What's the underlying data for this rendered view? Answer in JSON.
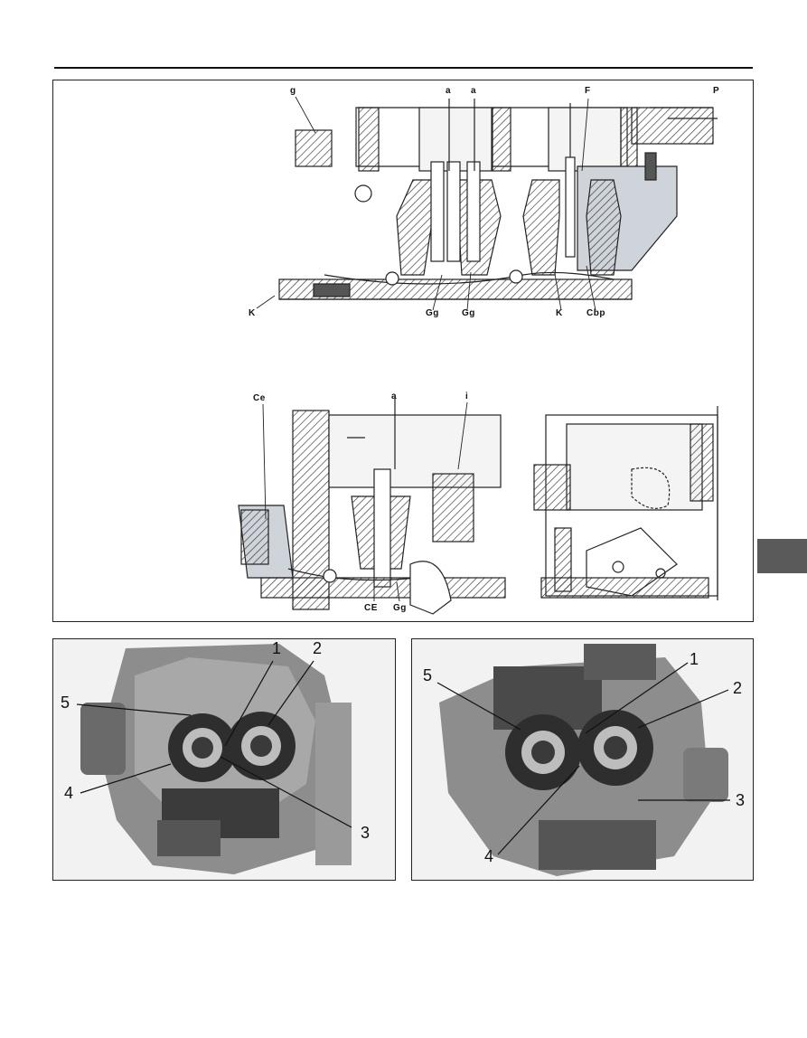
{
  "colors": {
    "rule": "#111111",
    "tab": "#5a5a5a",
    "hatch": "#333333",
    "fuel": "#cfd4da",
    "photo_bg": "#8d8d8d",
    "photo_dark": "#2e2e2e"
  },
  "top_diagram": {
    "labels": {
      "g": "g",
      "a1": "a",
      "a2": "a",
      "F": "F",
      "P": "P",
      "K_left": "K",
      "Gg1": "Gg",
      "Gg2": "Gg",
      "K_right": "K",
      "Cbp": "Cbp"
    }
  },
  "lower_diagram": {
    "labels": {
      "Ce": "Ce",
      "a": "a",
      "i": "i",
      "CE": "CE",
      "Gg": "Gg"
    }
  },
  "photo_left": {
    "callouts": {
      "c1": "1",
      "c2": "2",
      "c3": "3",
      "c4": "4",
      "c5": "5"
    }
  },
  "photo_right": {
    "callouts": {
      "c1": "1",
      "c2": "2",
      "c3": "3",
      "c4": "4",
      "c5": "5"
    }
  }
}
